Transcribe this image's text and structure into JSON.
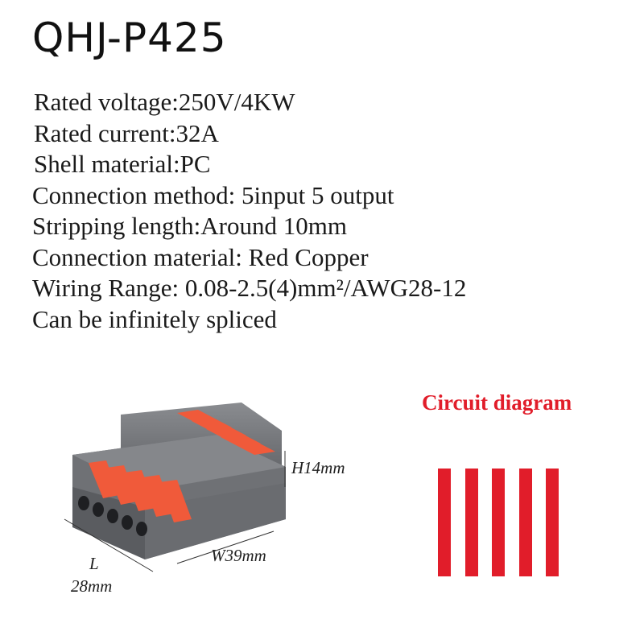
{
  "title": "QHJ-P425",
  "specs": [
    "Rated voltage:250V/4KW",
    "Rated current:32A",
    "Shell material:PC",
    "Connection method: 5input 5 output",
    "Stripping length:Around 10mm",
    "Connection material: Red Copper",
    "Wiring Range: 0.08-2.5(4)mm²/AWG28-12",
    "Can be infinitely spliced"
  ],
  "dimensions": {
    "height": "H14mm",
    "width": "W39mm",
    "length_letter": "L",
    "length_value": "28mm"
  },
  "circuit": {
    "title": "Circuit diagram",
    "line_count": 5
  },
  "colors": {
    "accent_red": "#e11d2a",
    "shell_gray": "#6f7175",
    "lever_orange": "#f05a3a"
  }
}
